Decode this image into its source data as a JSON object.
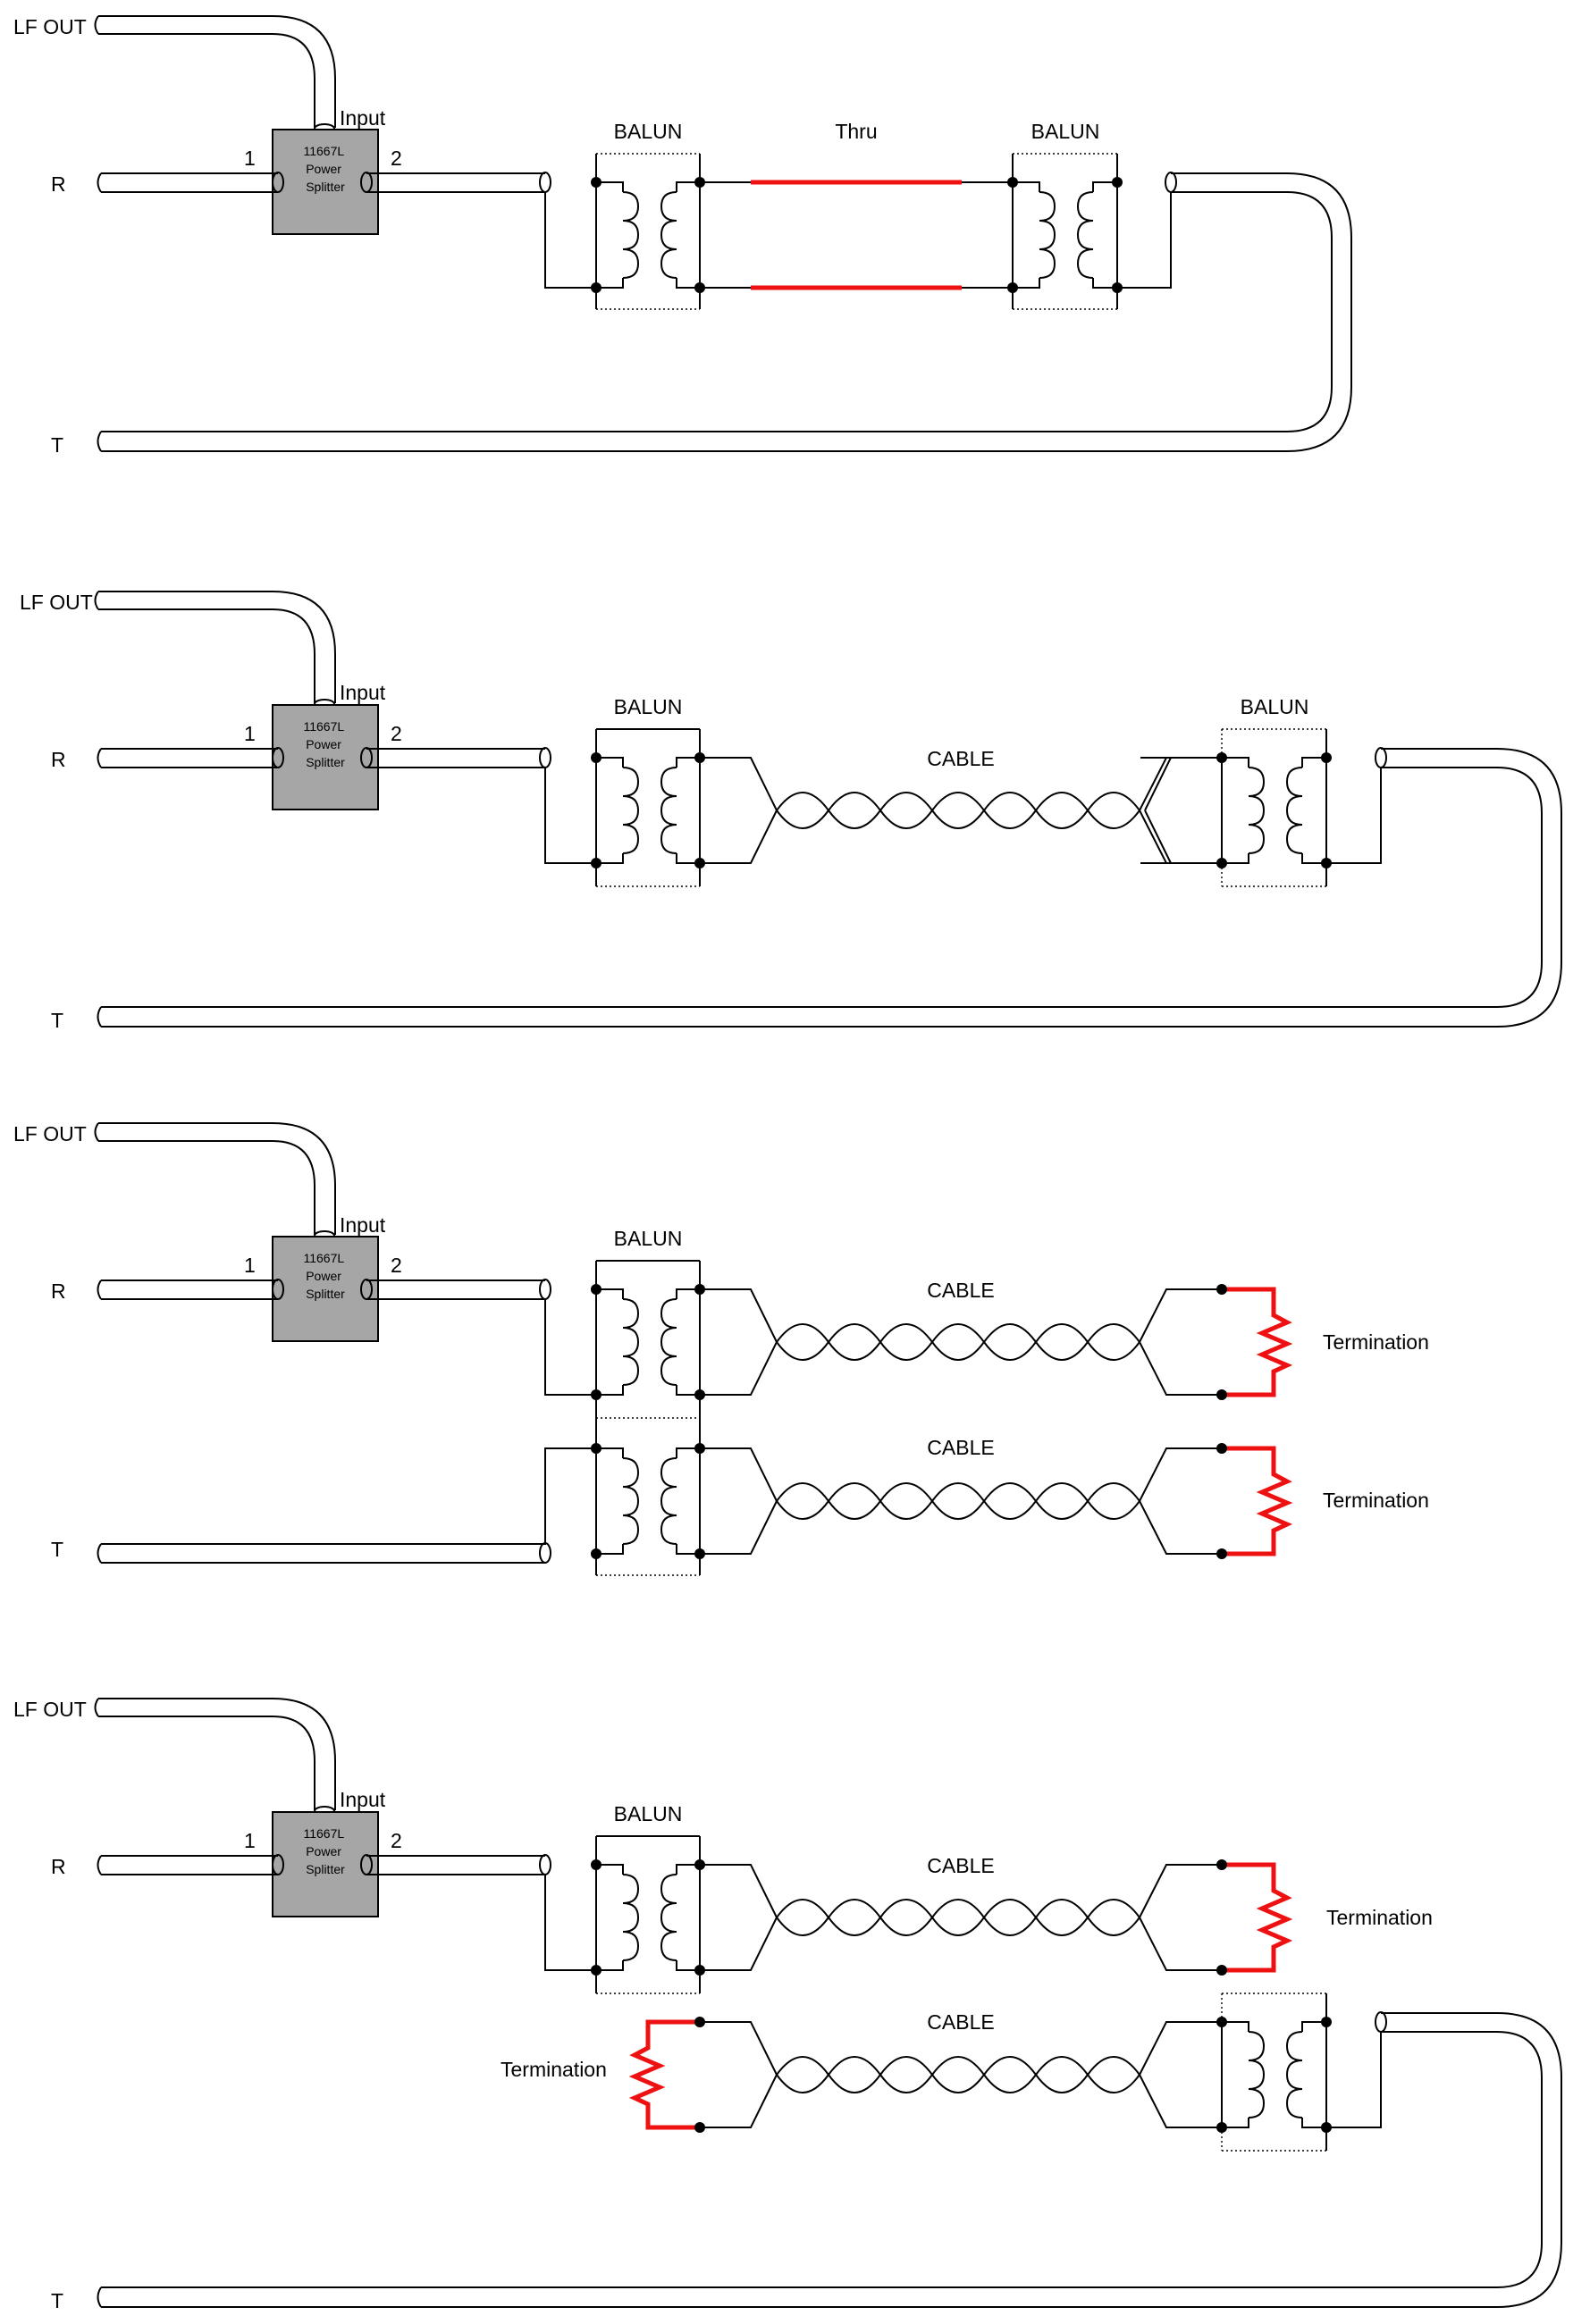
{
  "colors": {
    "termination": "#ee1111",
    "splitter": "#a6a6a6",
    "line": "#000000"
  },
  "panels": [
    {
      "lf_out": "LF OUT",
      "r": "R",
      "t": "T",
      "input": "Input",
      "port1": "1",
      "port2": "2",
      "splitter_lines": [
        "11667L",
        "Power",
        "Splitter"
      ],
      "balun_left": "BALUN",
      "center_label": "Thru",
      "balun_right": "BALUN"
    },
    {
      "lf_out": "LF OUT",
      "r": "R",
      "t": "T",
      "input": "Input",
      "port1": "1",
      "port2": "2",
      "splitter_lines": [
        "11667L",
        "Power",
        "Splitter"
      ],
      "balun_left": "BALUN",
      "center_label": "CABLE",
      "balun_right": "BALUN"
    },
    {
      "lf_out": "LF OUT",
      "r": "R",
      "t": "T",
      "input": "Input",
      "port1": "1",
      "port2": "2",
      "splitter_lines": [
        "11667L",
        "Power",
        "Splitter"
      ],
      "balun_left": "BALUN",
      "cable_top": "CABLE",
      "cable_bottom": "CABLE",
      "termination_top": "Termination",
      "termination_bottom": "Termination"
    },
    {
      "lf_out": "LF OUT",
      "r": "R",
      "t": "T",
      "input": "Input",
      "port1": "1",
      "port2": "2",
      "splitter_lines": [
        "11667L",
        "Power",
        "Splitter"
      ],
      "balun_left": "BALUN",
      "cable_top": "CABLE",
      "cable_bottom": "CABLE",
      "termination_top": "Termination",
      "termination_left": "Termination"
    }
  ]
}
